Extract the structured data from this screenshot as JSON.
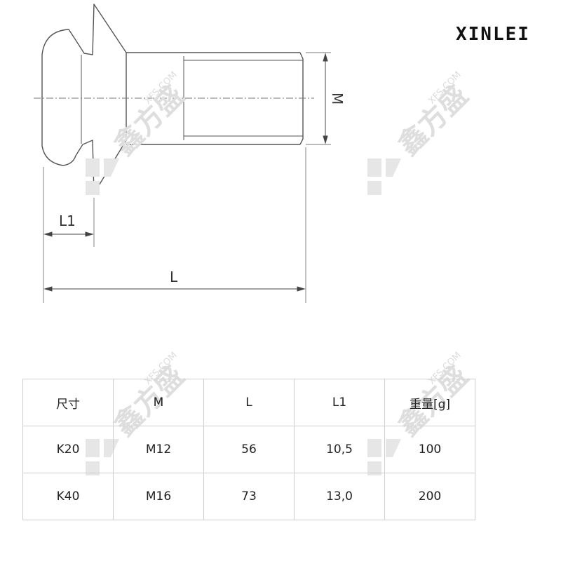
{
  "brand": "XINLEI",
  "drawing": {
    "dim_l1": "L1",
    "dim_l": "L",
    "dim_m": "M"
  },
  "table": {
    "headers": [
      "尺寸",
      "M",
      "L",
      "L1",
      "重量[g]"
    ],
    "rows": [
      [
        "K20",
        "M12",
        "56",
        "10,5",
        "100"
      ],
      [
        "K40",
        "M16",
        "73",
        "13,0",
        "200"
      ]
    ]
  },
  "watermark": {
    "text": "XFS.COM",
    "glyphs": "鑫方盛"
  }
}
